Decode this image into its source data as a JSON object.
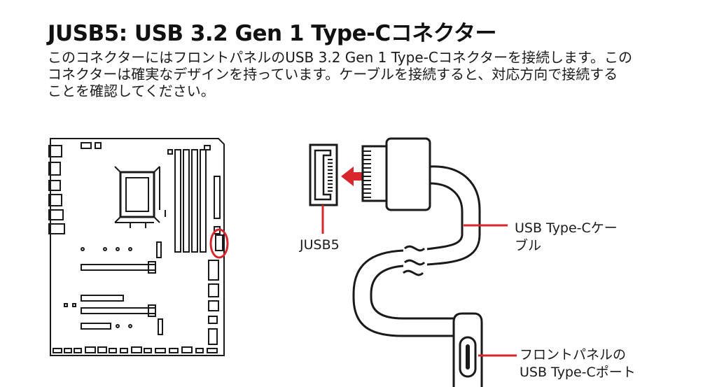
{
  "header": {
    "title": "JUSB5: USB 3.2 Gen 1 Type-Cコネクター"
  },
  "description": {
    "lines": [
      "このコネクターにはフロントパネルのUSB 3.2 Gen 1 Type-Cコネクターを接続します。この",
      "コネクターは確実なデザインを持っています。ケーブルを接続すると、対応方向で接続する",
      "ことを確認してください。"
    ]
  },
  "diagram": {
    "connector_label": "JUSB5",
    "cable_label_lines": [
      "USB Type-Cケー",
      "ブル"
    ],
    "port_label_lines": [
      "フロントパネルの",
      "USB Type-Cポート"
    ],
    "colors": {
      "highlight": "#d8262c",
      "stroke": "#1a1a1a"
    }
  }
}
